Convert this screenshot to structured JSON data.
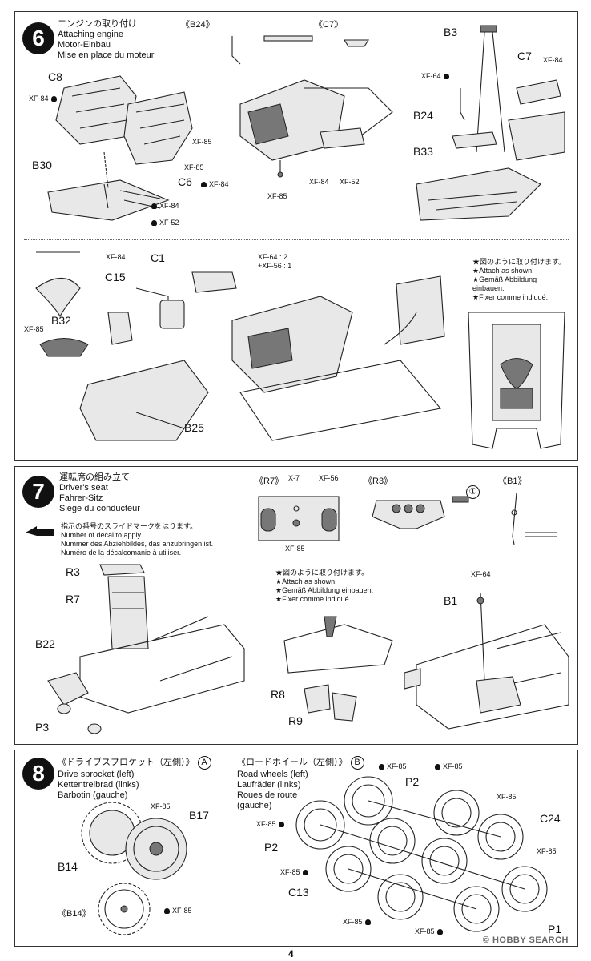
{
  "step6": {
    "number": "6",
    "title_jp": "エンジンの取り付け",
    "title_en": "Attaching engine",
    "title_de": "Motor-Einbau",
    "title_fr": "Mise en place du moteur",
    "sub_b24": "《B24》",
    "sub_c7": "《C7》",
    "labels": {
      "c8": "C8",
      "b30": "B30",
      "c6": "C6",
      "b3": "B3",
      "c7": "C7",
      "b24": "B24",
      "b33": "B33",
      "c1": "C1",
      "c15": "C15",
      "b32": "B32",
      "b25": "B25"
    },
    "paints": {
      "xf84": "XF-84",
      "xf85": "XF-85",
      "xf52": "XF-52",
      "xf64": "XF-64",
      "mix_1": "XF-64 : 2",
      "mix_2": "+XF-56 : 1"
    },
    "note": [
      "★図のように取り付けます。",
      "★Attach as shown.",
      "★Gemäß Abbildung",
      "einbauen.",
      "★Fixer comme indiqué."
    ]
  },
  "step7": {
    "number": "7",
    "title_jp": "運転席の組み立て",
    "title_en": "Driver's seat",
    "title_de": "Fahrer-Sitz",
    "title_fr": "Siège du conducteur",
    "decal_note": [
      "指示の番号のスライドマークをはります。",
      "Number of decal to apply.",
      "Nummer des Abziehbildes, das anzubringen ist.",
      "Numéro de la décalcomanie à utiliser."
    ],
    "sub_r7": "《R7》",
    "sub_r3": "《R3》",
    "sub_b1": "《B1》",
    "decal_num": "①",
    "labels": {
      "r3": "R3",
      "r7": "R7",
      "b22": "B22",
      "p3": "P3",
      "r8": "R8",
      "r9": "R9",
      "b1": "B1"
    },
    "paints": {
      "x7": "X-7",
      "xf56": "XF-56",
      "xf85": "XF-85",
      "xf64": "XF-64"
    },
    "note": [
      "★図のように取り付けます。",
      "★Attach as shown.",
      "★Gemäß Abbildung einbauen.",
      "★Fixer comme indiqué."
    ]
  },
  "step8": {
    "number": "8",
    "sprocket": {
      "title_jp": "《ドライブスプロケット（左側）》",
      "letter": "A",
      "en": "Drive sprocket (left)",
      "de": "Kettentreibrad (links)",
      "fr": "Barbotin (gauche)"
    },
    "wheels": {
      "title_jp": "《ロードホイール（左側）》",
      "letter": "B",
      "en": "Road wheels (left)",
      "de": "Laufräder (links)",
      "fr1": "Roues de route",
      "fr2": "(gauche)"
    },
    "sub_b14": "《B14》",
    "labels": {
      "b17": "B17",
      "b14": "B14",
      "p2": "P2",
      "c24": "C24",
      "c13": "C13",
      "p1": "P1"
    },
    "paints": {
      "xf85": "XF-85"
    }
  },
  "page_number": "4",
  "watermark": "© HOBBY SEARCH"
}
